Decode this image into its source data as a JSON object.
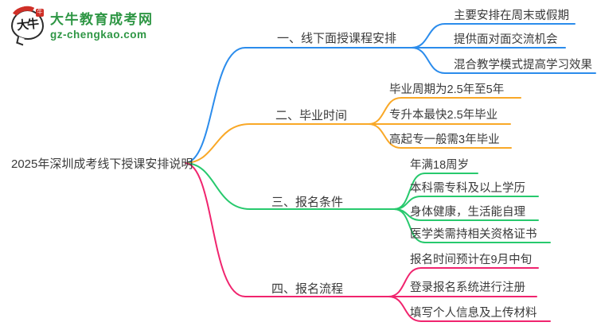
{
  "logo": {
    "bubble_text": "大牛",
    "seal_text": "牛",
    "site_name": "大牛教育成考网",
    "site_url": "gz-chengkao.com",
    "colors": {
      "green": "#2e9644",
      "red": "#cf2f27"
    }
  },
  "root": {
    "title": "2025年深圳成考线下授课安排说明"
  },
  "branches": [
    {
      "label": "一、线下面授课程安排",
      "color": "#2b8cec",
      "leaves": [
        "主要安排在周末或假期",
        "提供面对面交流机会",
        "混合教学模式提高学习效果"
      ]
    },
    {
      "label": "二、毕业时间",
      "color": "#f9a827",
      "leaves": [
        "毕业周期为2.5年至5年",
        "专升本最快2.5年毕业",
        "高起专一般需3年毕业"
      ]
    },
    {
      "label": "三、报名条件",
      "color": "#27c96d",
      "leaves": [
        "年满18周岁",
        "本科需专科及以上学历",
        "身体健康，生活能自理",
        "医学类需持相关资格证书"
      ]
    },
    {
      "label": "四、报名流程",
      "color": "#f0246e",
      "leaves": [
        "报名时间预计在9月中旬",
        "登录报名系统进行注册",
        "填写个人信息及上传材料"
      ]
    }
  ]
}
